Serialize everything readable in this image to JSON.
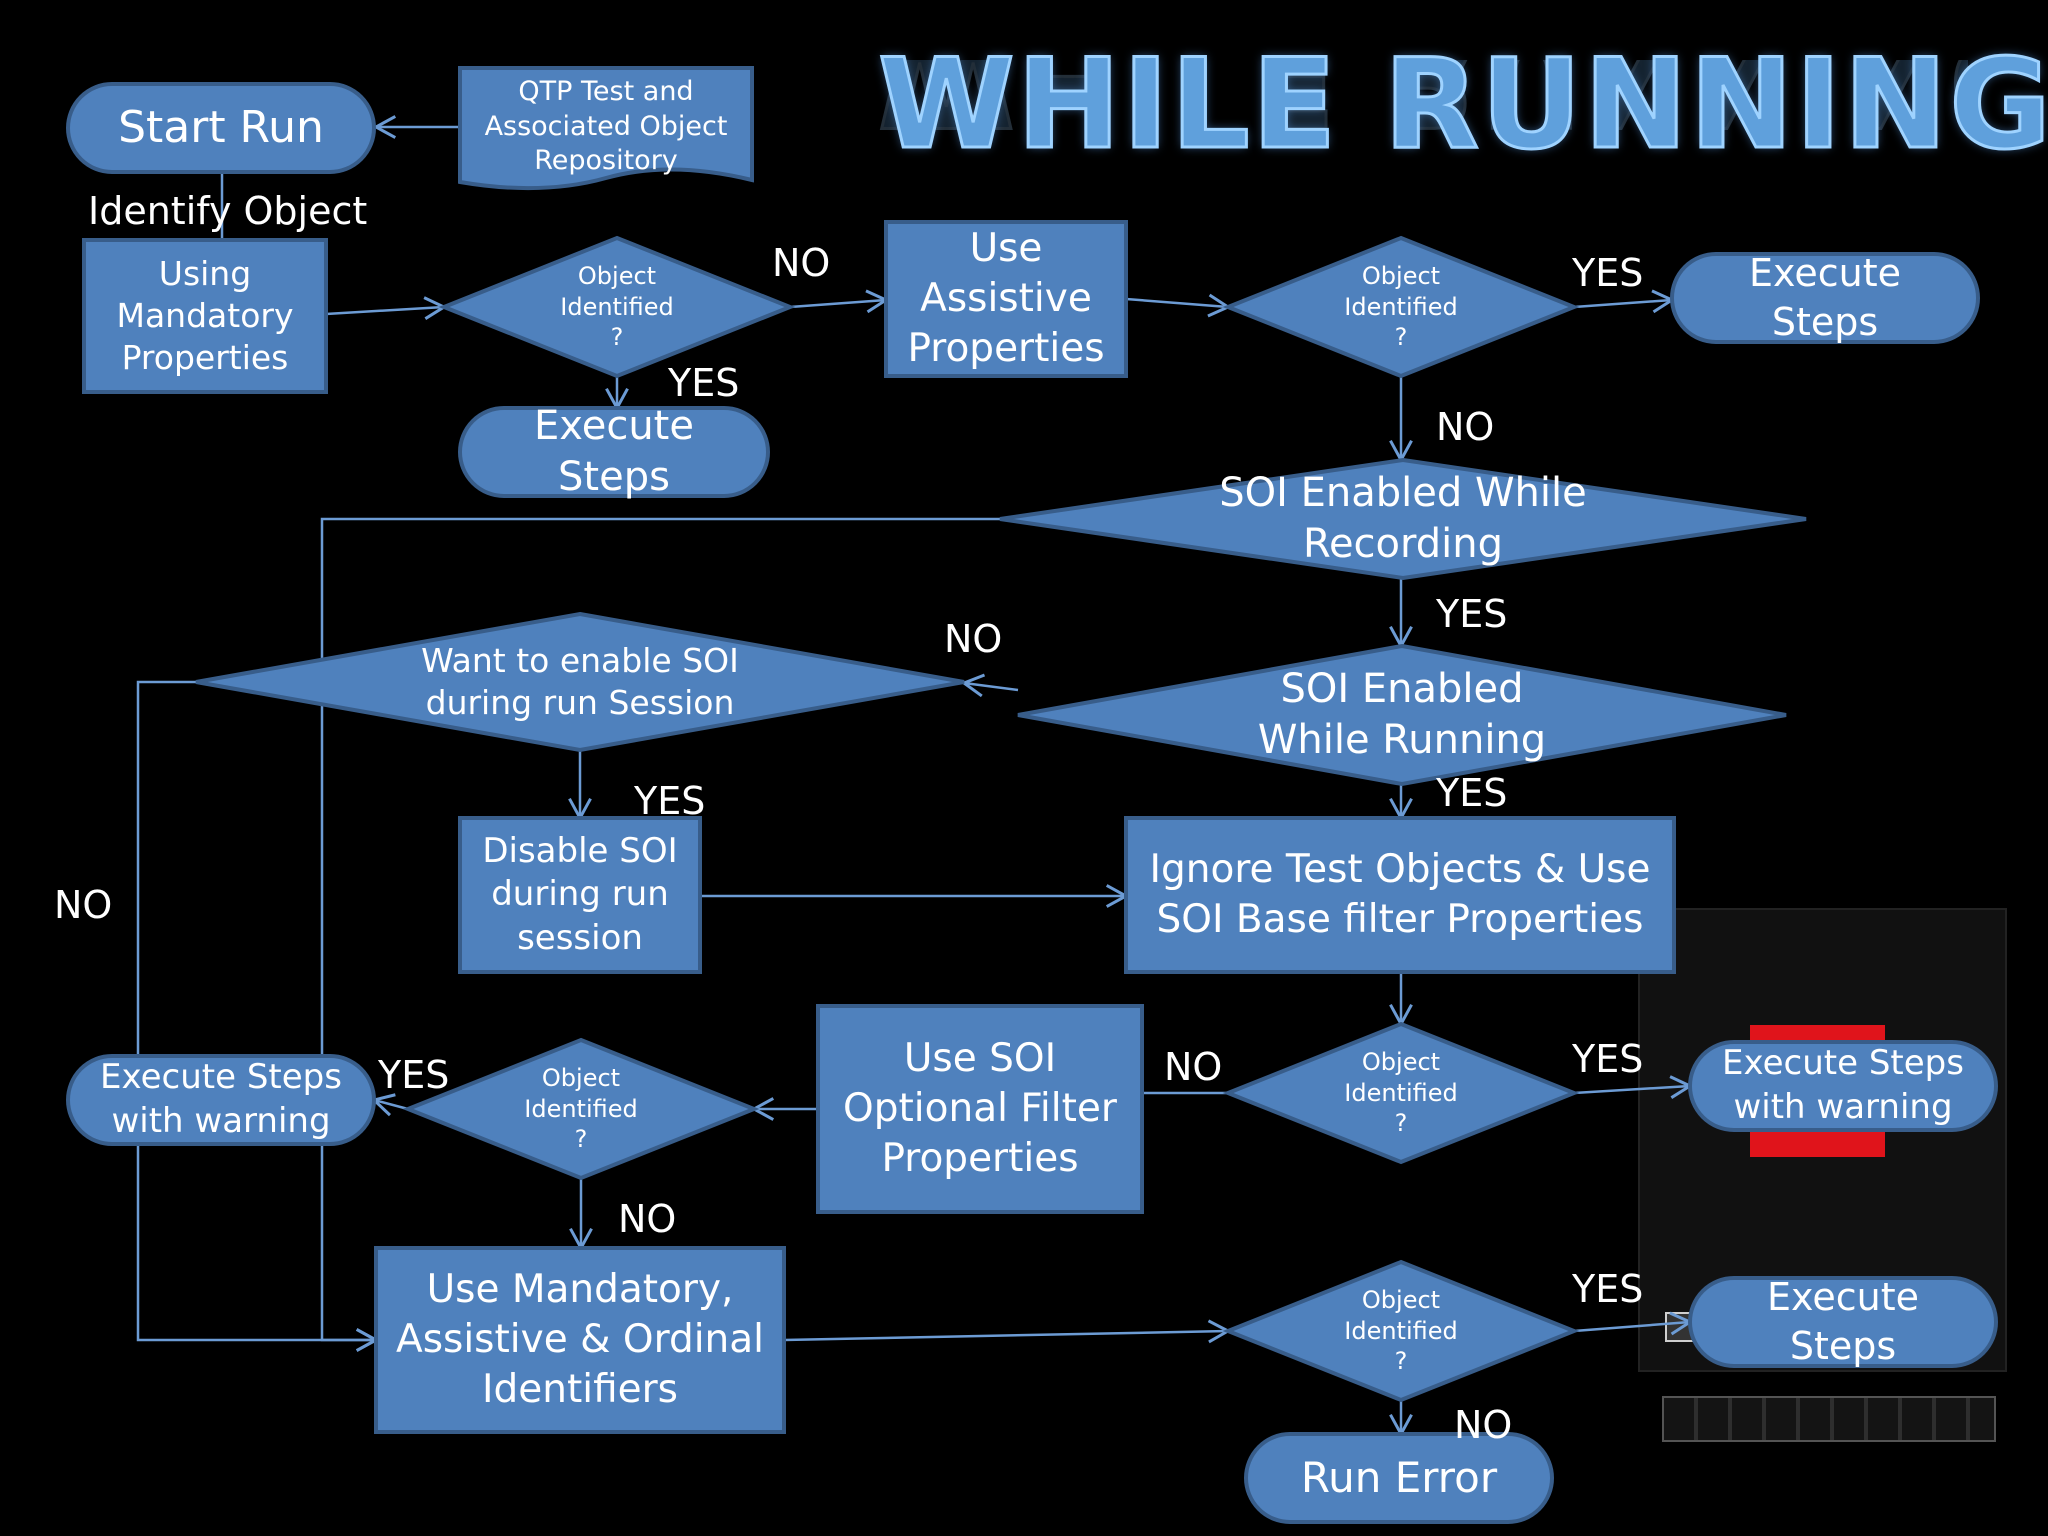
{
  "title": "WHILE RUNNING",
  "colors": {
    "fill": "#4f81bd",
    "stroke": "#385d8a",
    "edge": "#6c9bd4",
    "text": "#ffffff",
    "background": "#000000"
  },
  "nodes": {
    "start": "Start Run",
    "qtp": "QTP Test and\nAssociated Object\nRepository",
    "mandatory": "Using\nMandatory\nProperties",
    "d1": "Object\nIdentified\n?",
    "execute1": "Execute\nSteps",
    "assistive": "Use\nAssistive\nProperties",
    "d2": "Object\nIdentified\n?",
    "execute2": "Execute\nSteps",
    "soi_recording": "SOI Enabled While\nRecording",
    "want_soi": "Want to enable SOI\nduring run Session",
    "soi_running": "SOI Enabled\nWhile Running",
    "disable_soi": "Disable SOI\nduring run\nsession",
    "ignore": "Ignore Test Objects  & Use\nSOI Base filter Properties",
    "d3": "Object\nIdentified\n?",
    "execute_warn_r": "Execute Steps\nwith warning",
    "optional": "Use SOI\nOptional Filter\nProperties",
    "d4": "Object\nIdentified\n?",
    "execute_warn_l": "Execute Steps\nwith  warning",
    "ordinal": "Use Mandatory,\nAssistive & Ordinal\nIdentifiers",
    "d5": "Object\nIdentified\n?",
    "execute3": "Execute\nSteps",
    "error": "Run Error"
  },
  "edge_labels": {
    "identify": "Identify Object",
    "d1_no": "NO",
    "d1_yes": "YES",
    "d2_yes": "YES",
    "d2_no": "NO",
    "rec_yes": "YES",
    "run_no": "NO",
    "run_yes": "YES",
    "want_yes": "YES",
    "left_no": "NO",
    "d3_no": "NO",
    "d3_yes": "YES",
    "d4_yes": "YES",
    "d4_no": "NO",
    "d5_yes": "YES",
    "d5_no": "NO"
  }
}
